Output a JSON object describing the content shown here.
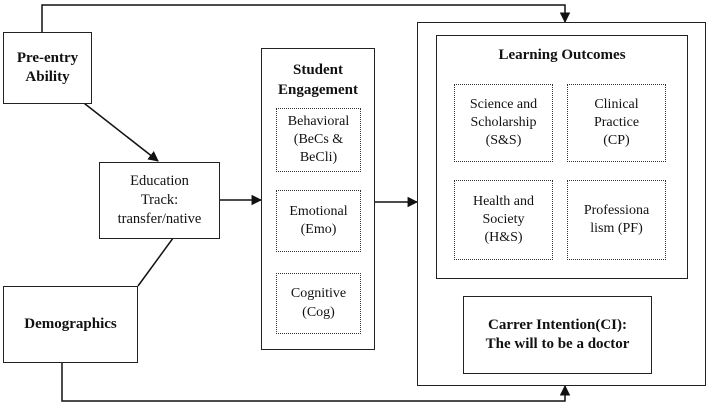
{
  "nodes": {
    "preentry": "Pre-entry\nAbility",
    "demographics": "Demographics",
    "education": "Education\nTrack:\ntransfer/native",
    "engagement": {
      "title": "Student\nEngagement",
      "behavioral": "Behavioral\n(BeCs &\nBeCli)",
      "emotional": "Emotional\n(Emo)",
      "cognitive": "Cognitive\n(Cog)"
    },
    "outcomes": {
      "title": "Learning Outcomes",
      "ss": "Science and\nScholarship\n(S&S)",
      "cp": "Clinical\nPractice\n(CP)",
      "hs": "Health and\nSociety\n(H&S)",
      "pf": "Professiona\nlism (PF)"
    },
    "career": "Carrer Intention(CI):\nThe will to be a doctor"
  }
}
